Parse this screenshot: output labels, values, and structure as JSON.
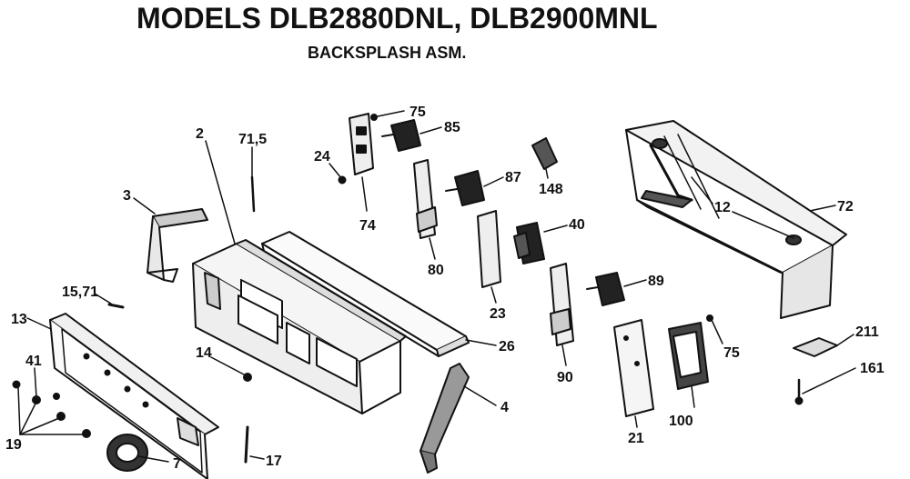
{
  "header": {
    "title": "MODELS DLB2880DNL, DLB2900MNL",
    "subtitle": "BACKSPLASH ASM."
  },
  "callouts": [
    {
      "id": "c2",
      "text": "2"
    },
    {
      "id": "c71_5",
      "text": "71,5"
    },
    {
      "id": "c24",
      "text": "24"
    },
    {
      "id": "c75a",
      "text": "75"
    },
    {
      "id": "c85",
      "text": "85"
    },
    {
      "id": "c74",
      "text": "74"
    },
    {
      "id": "c87",
      "text": "87"
    },
    {
      "id": "c148",
      "text": "148"
    },
    {
      "id": "c12",
      "text": "12"
    },
    {
      "id": "c72",
      "text": "72"
    },
    {
      "id": "c3",
      "text": "3"
    },
    {
      "id": "c80",
      "text": "80"
    },
    {
      "id": "c40",
      "text": "40"
    },
    {
      "id": "c15_71",
      "text": "15,71"
    },
    {
      "id": "c23",
      "text": "23"
    },
    {
      "id": "c89",
      "text": "89"
    },
    {
      "id": "c13",
      "text": "13"
    },
    {
      "id": "c26",
      "text": "26"
    },
    {
      "id": "c75b",
      "text": "75"
    },
    {
      "id": "c211",
      "text": "211"
    },
    {
      "id": "c41",
      "text": "41"
    },
    {
      "id": "c14",
      "text": "14"
    },
    {
      "id": "c90",
      "text": "90"
    },
    {
      "id": "c161",
      "text": "161"
    },
    {
      "id": "c4",
      "text": "4"
    },
    {
      "id": "c19",
      "text": "19"
    },
    {
      "id": "c21",
      "text": "21"
    },
    {
      "id": "c100",
      "text": "100"
    },
    {
      "id": "c7",
      "text": "7"
    },
    {
      "id": "c17",
      "text": "17"
    }
  ]
}
